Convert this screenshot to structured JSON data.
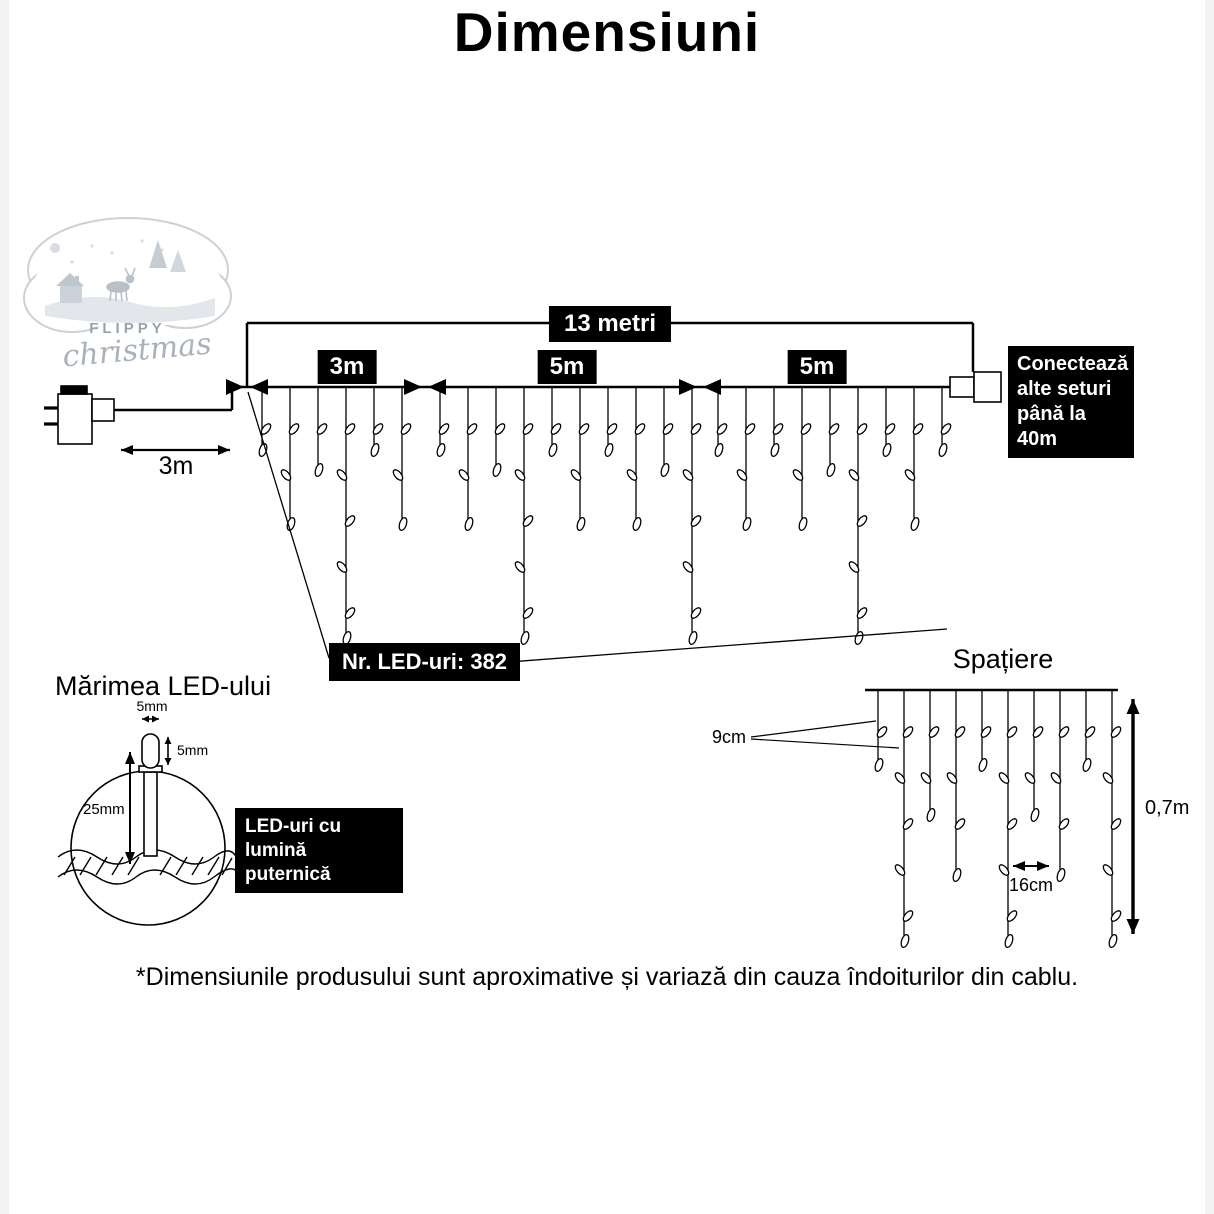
{
  "title": "Dimensiuni",
  "logo": {
    "brand": "FLIPPY",
    "sub": "christmas"
  },
  "main_diagram": {
    "total_length_label": "13 metri",
    "section_labels": [
      "3m",
      "5m",
      "5m"
    ],
    "lead_in_label": "3m",
    "connect_note": "Conectează alte seturi până la 40m",
    "led_count_label": "Nr. LED-uri: 382"
  },
  "spacing_diagram": {
    "title": "Spațiere",
    "vertical_gap_label": "9cm",
    "horizontal_gap_label": "16cm",
    "drop_length_label": "0,7m"
  },
  "led_size_diagram": {
    "title": "Mărimea LED-ului",
    "bulb_width_label": "5mm",
    "bulb_height_label": "5mm",
    "led_length_label": "25mm",
    "note": "LED-uri cu lumină puternică"
  },
  "disclaimer": "*Dimensiunile produsului sunt aproximative și variază din cauza îndoiturilor din cablu."
}
